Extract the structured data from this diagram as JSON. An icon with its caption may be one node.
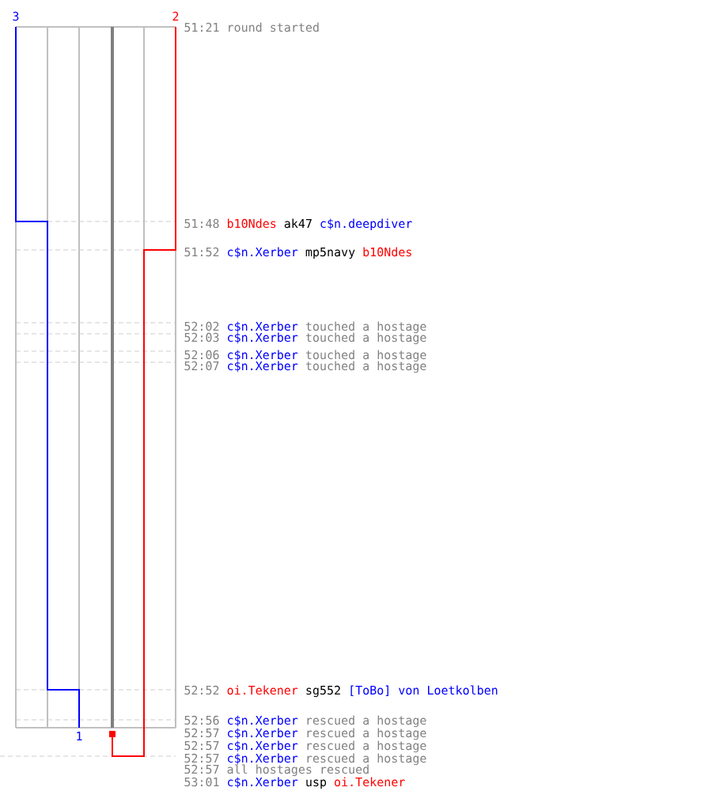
{
  "diagram": {
    "labels": [
      "3",
      "2",
      "51:21",
      "round started",
      "51:48",
      "b10Ndes",
      "ak47",
      "c$n.deepdiver",
      "51:52",
      "c$n.Xerber",
      "mp5navy",
      "b10Ndes",
      "52:02",
      "c$n.Xerber",
      "touched a hostage",
      "52:03",
      "c$n.Xerber",
      "touched a hostage",
      "52:06",
      "c$n.Xerber",
      "touched a hostage",
      "52:07",
      "c$n.Xerber",
      "touched a hostage",
      "52:52",
      "oi.Tekener",
      "sg552",
      "[ToBo] von Loetkolben",
      "52:56",
      "c$n.Xerber",
      "rescued a hostage",
      "1",
      "52:57",
      "c$n.Xerber",
      "rescued a hostage",
      "52:57",
      "c$n.Xerber",
      "rescued a hostage",
      "52:57",
      "c$n.Xerber",
      "rescued a hostage",
      "52:57",
      "all hostages rescued",
      "53:01",
      "c$n.Xerber",
      "usp",
      "oi.Tekener"
    ]
  }
}
